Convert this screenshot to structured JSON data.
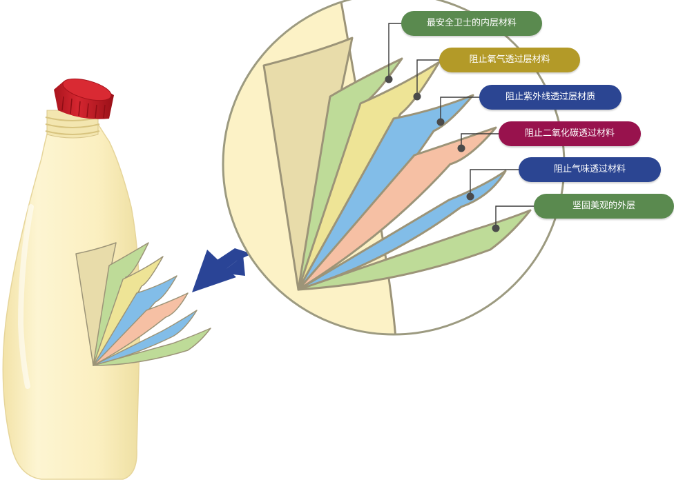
{
  "labels": [
    {
      "text": "最安全卫士的内层材料",
      "color": "#5a8a4f"
    },
    {
      "text": "阻止氧气透过层材料",
      "color": "#b39a28"
    },
    {
      "text": "阻止紫外线透过层材质",
      "color": "#2b4592"
    },
    {
      "text": "阻止二氧化碳透过材料",
      "color": "#98124d"
    },
    {
      "text": "阻止气味透过材料",
      "color": "#2b4592"
    },
    {
      "text": "坚固美观的外层",
      "color": "#5a8a4f"
    }
  ],
  "layer_colors": {
    "inner": "#e8dcaa",
    "green": "#bedb98",
    "yellow": "#eee496",
    "blue": "#82bde8",
    "pink": "#f6c0a4",
    "outline": "#9c9478"
  },
  "bottle_colors": {
    "body": "#fbf0c3",
    "cap": "#c81e28",
    "arrow": "#2a4496",
    "lens_border": "#9c9a80"
  }
}
